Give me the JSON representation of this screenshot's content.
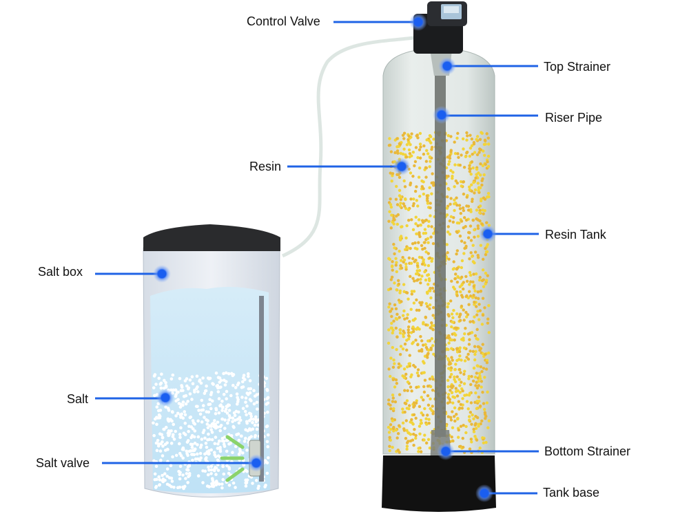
{
  "labels": {
    "control_valve": "Control Valve",
    "top_strainer": "Top Strainer",
    "riser_pipe": "Riser Pipe",
    "resin": "Resin",
    "resin_tank": "Resin  Tank",
    "salt_box": "Salt box",
    "salt": "Salt",
    "salt_valve": "Salt valve",
    "bottom_strainer": "Bottom Strainer",
    "tank_base": "Tank base"
  },
  "colors": {
    "callout": "#1f63e6",
    "resin": "#f2d43a",
    "tank_base": "#111111"
  }
}
